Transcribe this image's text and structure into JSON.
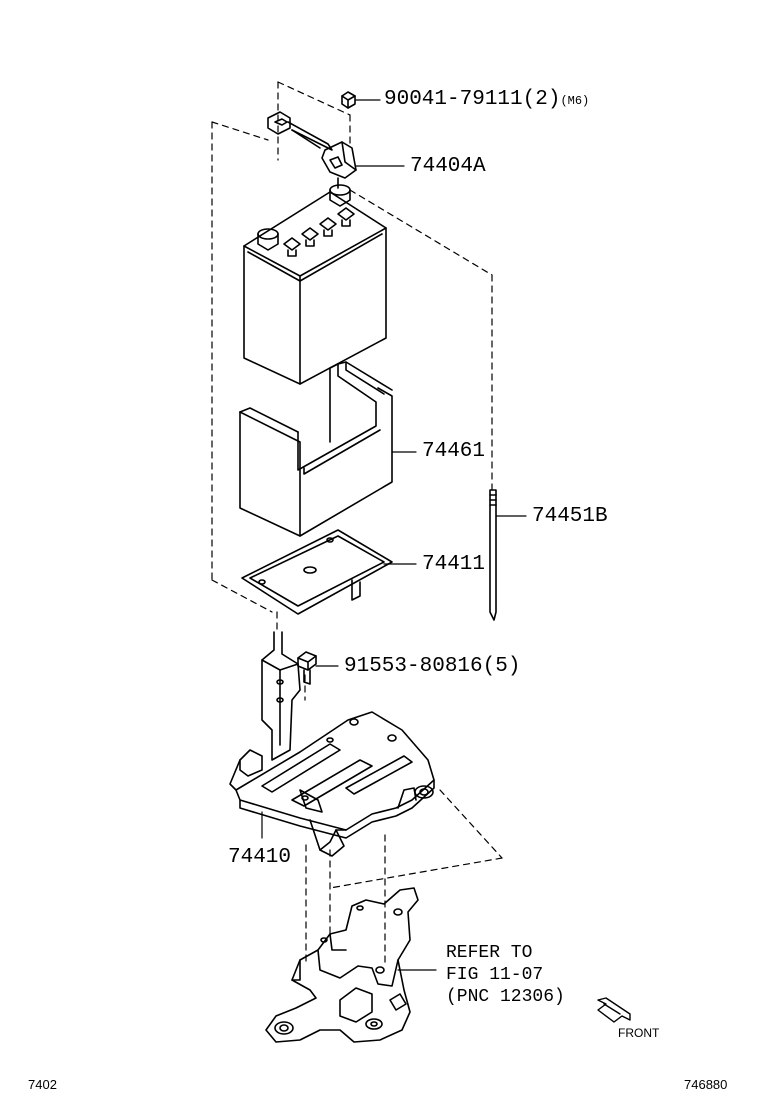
{
  "parts": [
    {
      "id": "nut",
      "number": "90041-79111",
      "qty": "(2)",
      "note": "(M6)"
    },
    {
      "id": "clamp",
      "number": "74404A"
    },
    {
      "id": "insulator",
      "number": "74461"
    },
    {
      "id": "rod",
      "number": "74451B"
    },
    {
      "id": "tray",
      "number": "74411"
    },
    {
      "id": "bolt",
      "number": "91553-80816",
      "qty": "(5)"
    },
    {
      "id": "carrier",
      "number": "74410"
    }
  ],
  "reference": {
    "line1": "REFER TO",
    "line2": "FIG 11-07",
    "line3": "(PNC 12306)"
  },
  "front_label": "FRONT",
  "footer": {
    "left": "7402",
    "right": "746880"
  }
}
